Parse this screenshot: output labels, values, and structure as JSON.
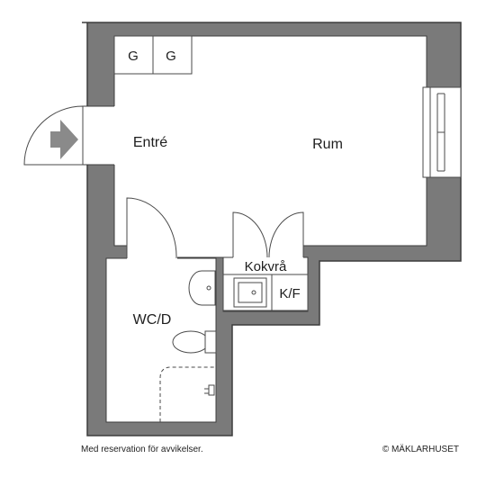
{
  "rooms": {
    "entre": "Entré",
    "rum": "Rum",
    "wc": "WC/D",
    "kokvra": "Kokvrå",
    "kf": "K/F"
  },
  "wardrobes": [
    "G",
    "G"
  ],
  "footer": {
    "disclaimer": "Med reservation för avvikelser.",
    "copyright": "© MÄKLARHUSET"
  },
  "colors": {
    "wall": "#7a7a7a",
    "wall_outline": "#3d3d3d",
    "floor": "#ffffff",
    "fixture_stroke": "#4a4a4a",
    "entry_arrow": "#8a8a8a"
  }
}
